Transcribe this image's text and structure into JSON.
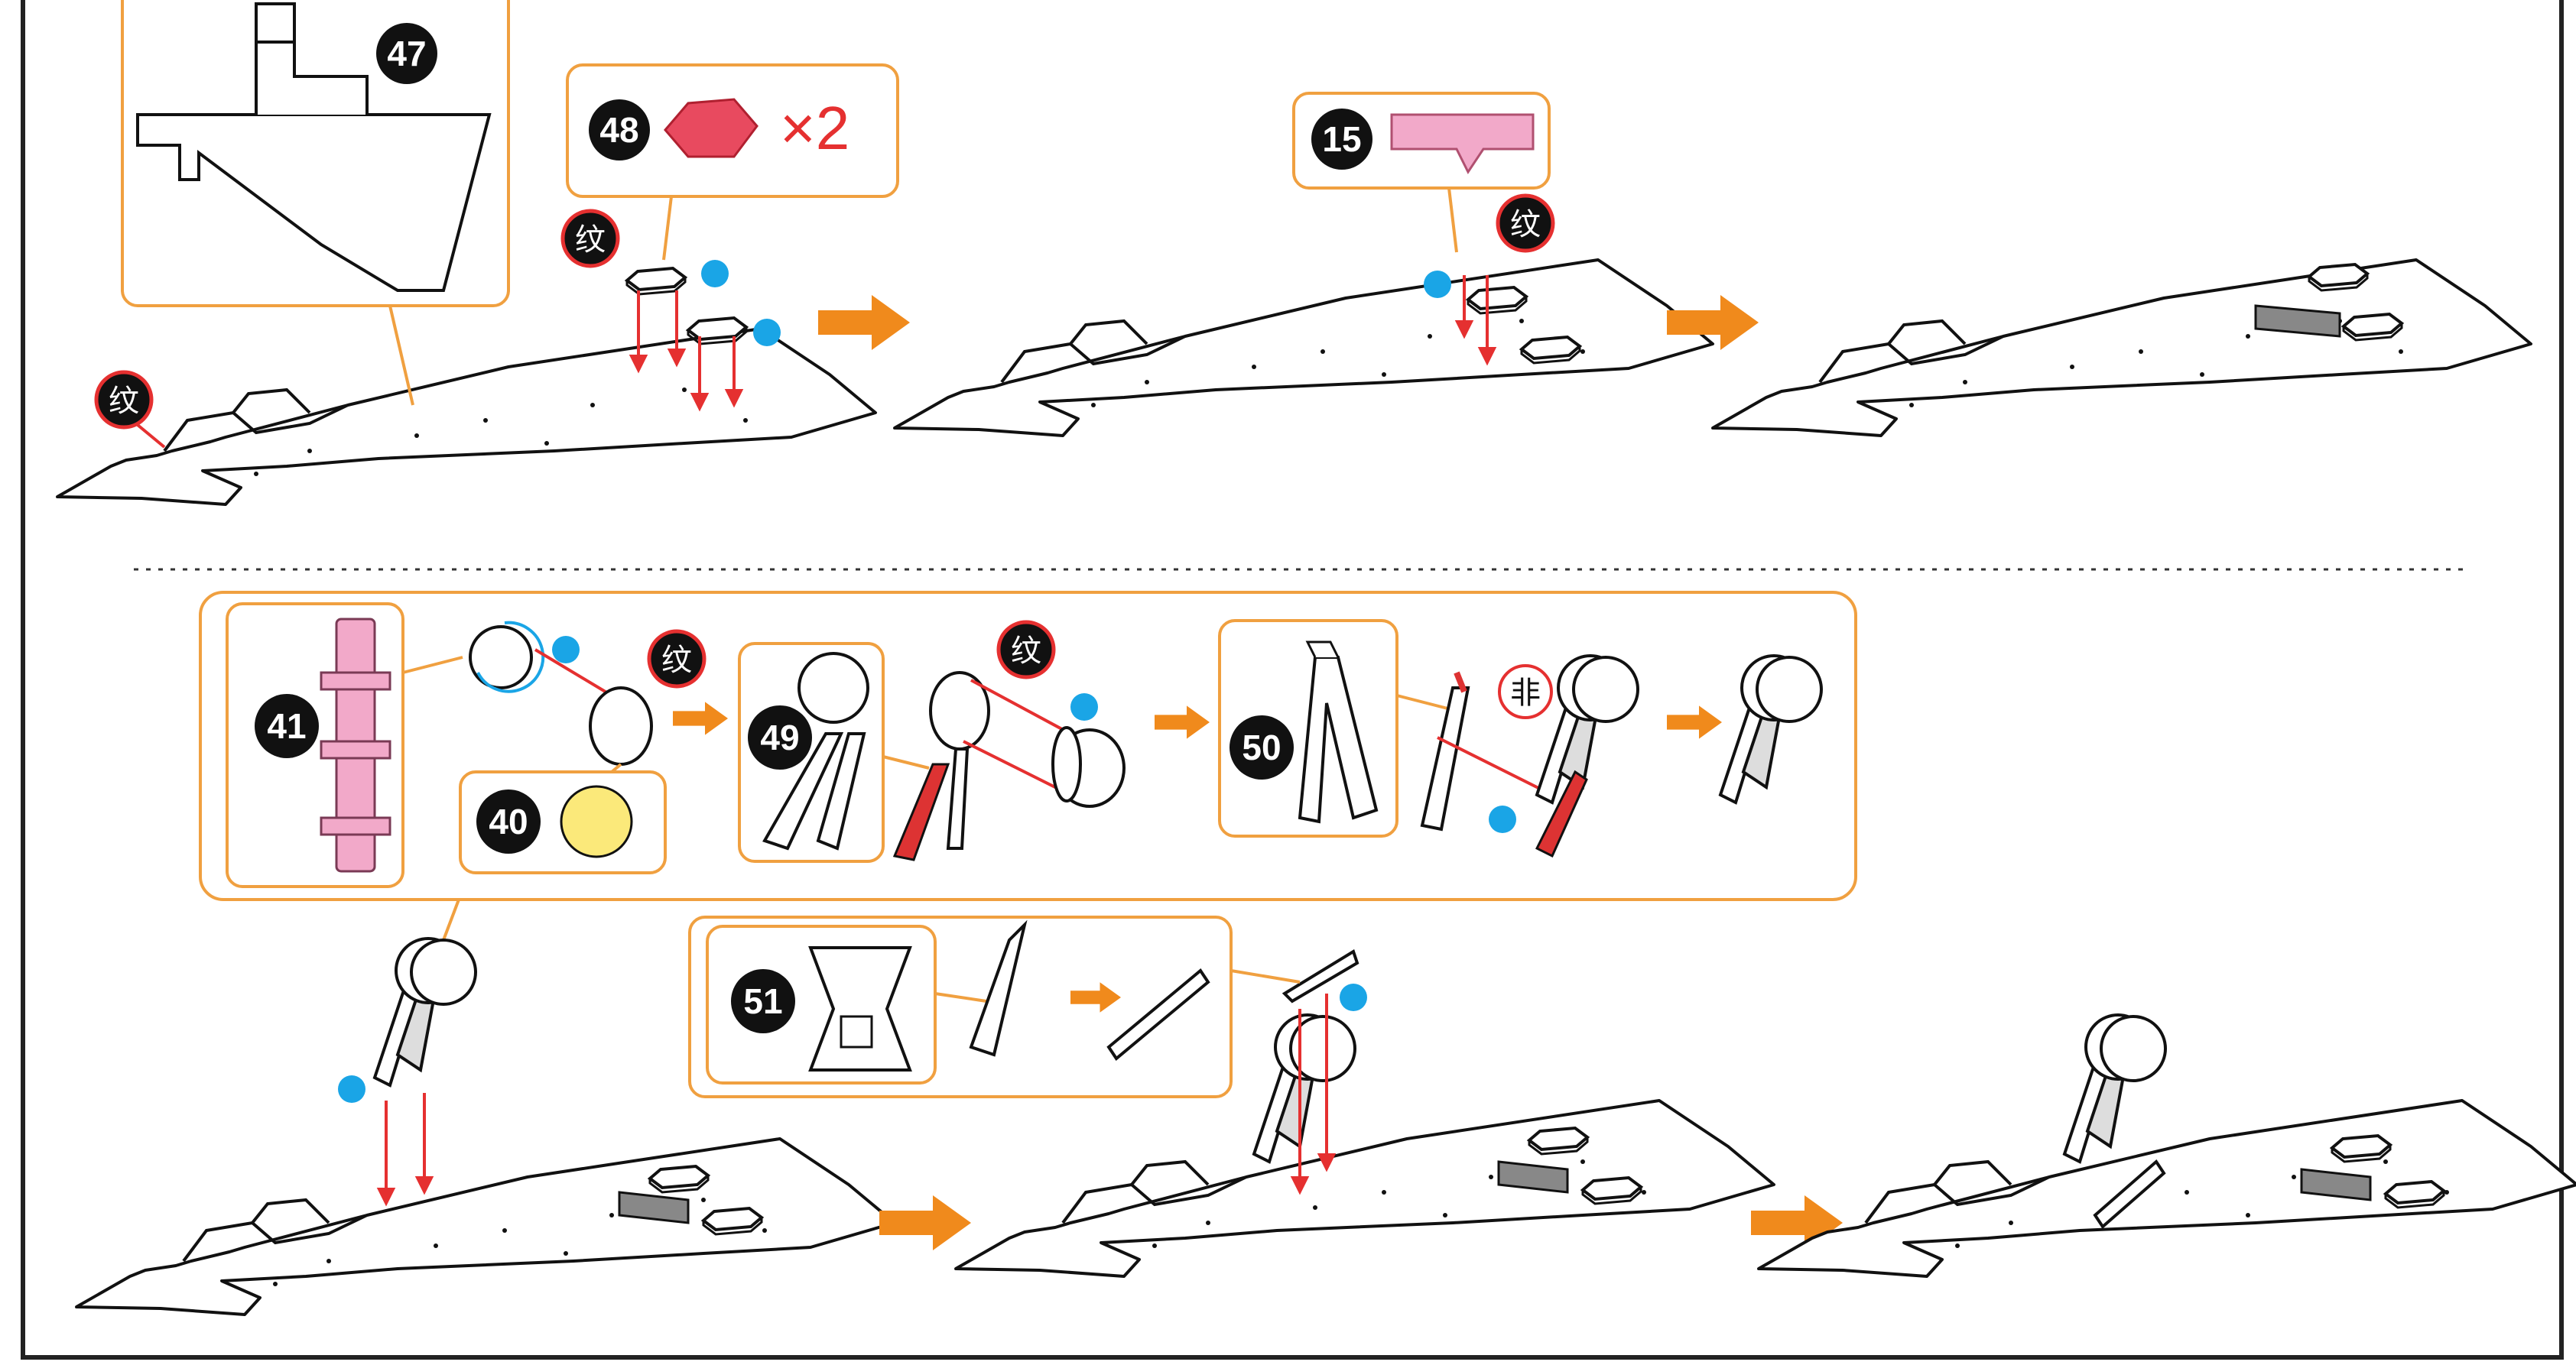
{
  "colors": {
    "callout_border": "#f0a040",
    "arrow_orange": "#f08a1c",
    "glue_blue": "#1aa5e6",
    "guide_red": "#e53030",
    "part_pink": "#f2a9c9",
    "part_red": "#e84a5f",
    "part_yellow": "#fbe97a",
    "badge_black": "#111111",
    "frame": "#222222"
  },
  "icons": {
    "step_arrow": "orange-arrow-icon",
    "glue_dot": "glue-dot-icon",
    "texture_mark": "texture-mark-icon",
    "non_texture_mark": "non-texture-mark-icon",
    "part_number": "part-number-badge"
  },
  "marks": {
    "texture": "纹",
    "non_texture": "非"
  },
  "row1": {
    "callout_47": {
      "number": "47"
    },
    "callout_48": {
      "number": "48",
      "quantity": "×2"
    },
    "callout_15": {
      "number": "15"
    }
  },
  "row2": {
    "callout_41": {
      "number": "41"
    },
    "callout_40": {
      "number": "40"
    },
    "callout_49": {
      "number": "49"
    },
    "callout_50": {
      "number": "50"
    },
    "callout_51": {
      "number": "51"
    }
  }
}
